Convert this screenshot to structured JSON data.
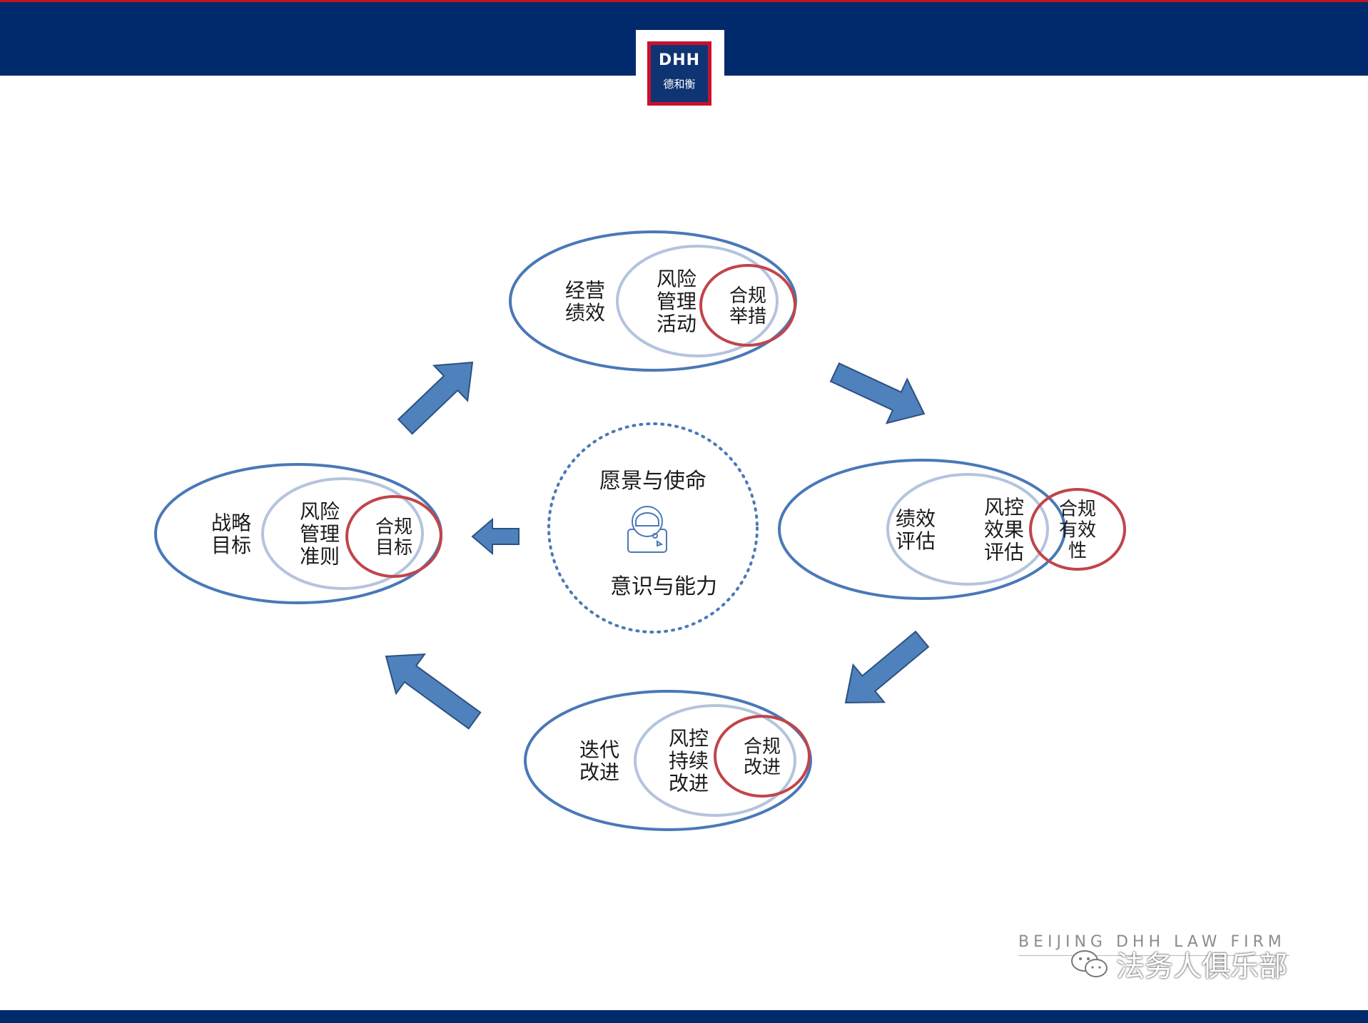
{
  "logo": {
    "mark": "DHH",
    "sub": "德和衡"
  },
  "center": {
    "top_text": "愿景与使命",
    "bottom_text": "意识与能力",
    "icon": "astronaut-icon"
  },
  "stages": [
    {
      "id": "top",
      "outer": [
        "经营",
        "绩效"
      ],
      "middle": [
        "风险",
        "管理",
        "活动"
      ],
      "inner": [
        "合规",
        "举措"
      ]
    },
    {
      "id": "right",
      "outer": [
        "绩效",
        "评估"
      ],
      "middle": [
        "风控",
        "效果",
        "评估"
      ],
      "inner": [
        "合规",
        "有效",
        "性"
      ]
    },
    {
      "id": "bottom",
      "outer": [
        "迭代",
        "改进"
      ],
      "middle": [
        "风控",
        "持续",
        "改进"
      ],
      "inner": [
        "合规",
        "改进"
      ]
    },
    {
      "id": "left",
      "outer": [
        "战略",
        "目标"
      ],
      "middle": [
        "风险",
        "管理",
        "准则"
      ],
      "inner": [
        "合规",
        "目标"
      ]
    }
  ],
  "footer": {
    "firm_name": "BEIJING DHH LAW FIRM",
    "watermark": "法务人俱乐部",
    "watermark_icon": "wechat-icon"
  },
  "colors": {
    "navy": "#002a6c",
    "outer_ring": "#4a78b8",
    "middle_ring": "#b4c4de",
    "inner_ring": "#c0454a",
    "arrow_fill": "#4f81bd",
    "arrow_stroke": "#2b5180",
    "dots": "#4a78b8",
    "logo_red": "#c8102e"
  }
}
